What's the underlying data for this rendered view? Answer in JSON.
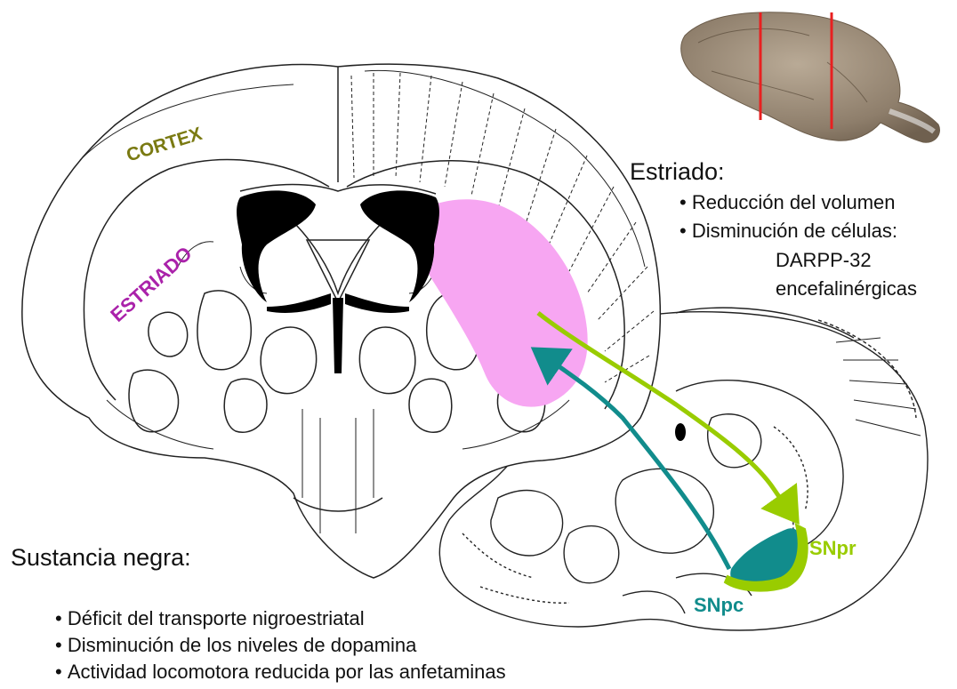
{
  "labels": {
    "cortex": "CORTEX",
    "estriado": "ESTRIADO",
    "snpr": "SNpr",
    "snpc": "SNpc"
  },
  "estriado_panel": {
    "heading": "Estriado:",
    "bullets": [
      "Reducción del volumen",
      "Disminución de células:"
    ],
    "sublines": [
      "DARPP-32",
      "encefalinérgicas"
    ]
  },
  "sustancia_panel": {
    "heading": "Sustancia negra:",
    "bullets": [
      "Déficit del transporte nigroestriatal",
      "Disminución de los niveles de dopamina",
      "Actividad locomotora reducida por las anfetaminas"
    ]
  },
  "colors": {
    "cortex_label": "#7a7a12",
    "estriado_label": "#aa22aa",
    "striatum_fill": "#f7a6f2",
    "snpr_green": "#99cc00",
    "snpc_teal": "#118c8c",
    "ventricle": "#000000",
    "cut_line": "#e82020"
  }
}
